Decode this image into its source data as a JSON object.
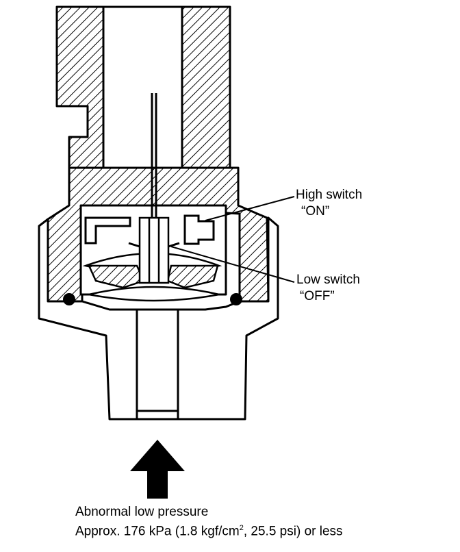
{
  "labels": {
    "high_switch": "High switch",
    "high_switch_state": "“ON”",
    "low_switch": "Low switch",
    "low_switch_state": "“OFF”"
  },
  "caption": {
    "line1": "Abnormal low pressure",
    "line2_pre": "Approx. 176 kPa (1.8 kgf/cm",
    "line2_sup": "2",
    "line2_post": ", 25.5 psi) or less"
  }
}
